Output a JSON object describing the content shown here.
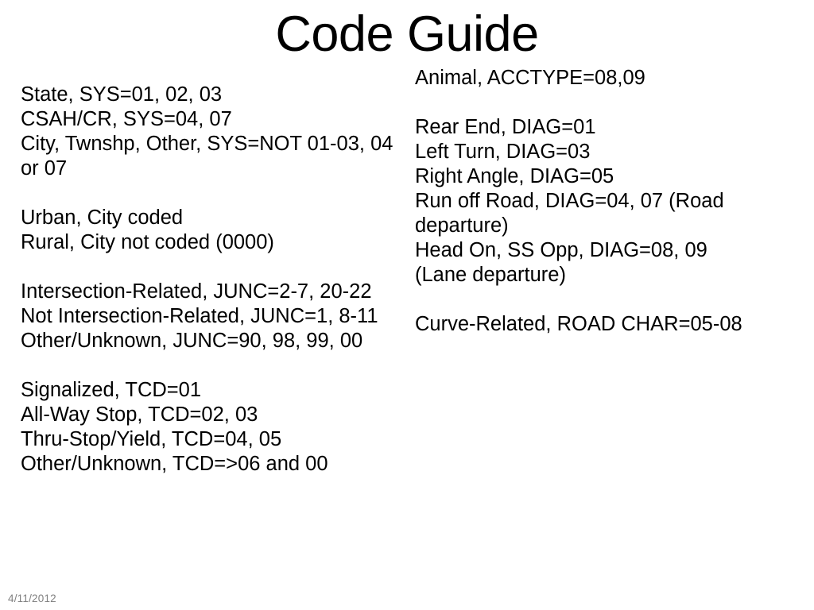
{
  "slide": {
    "title": "Code Guide",
    "footer_date": "4/11/2012",
    "background_color": "#ffffff",
    "text_color": "#000000",
    "footer_color": "#808080"
  },
  "left_column": {
    "paragraphs": [
      {
        "lines": [
          "State, SYS=01, 02, 03",
          "CSAH/CR, SYS=04, 07",
          "City, Twnshp, Other, SYS=NOT 01-03, 04 or 07"
        ]
      },
      {
        "lines": [
          "Urban, City coded",
          "Rural, City not coded (0000)"
        ]
      },
      {
        "lines": [
          "Intersection-Related, JUNC=2-7, 20-22",
          "Not Intersection-Related, JUNC=1, 8-11",
          "Other/Unknown, JUNC=90, 98, 99, 00"
        ]
      },
      {
        "lines": [
          "Signalized, TCD=01",
          "All-Way Stop, TCD=02, 03",
          "Thru-Stop/Yield, TCD=04, 05",
          "Other/Unknown, TCD=>06 and 00"
        ]
      }
    ]
  },
  "right_column": {
    "paragraphs": [
      {
        "lines": [
          "Animal, ACCTYPE=08,09"
        ]
      },
      {
        "lines": [
          "Rear End, DIAG=01",
          "Left Turn, DIAG=03",
          "Right Angle, DIAG=05",
          "Run off Road, DIAG=04, 07 (Road departure)",
          "Head On, SS Opp, DIAG=08, 09 (Lane departure)"
        ]
      },
      {
        "lines": [
          "Curve-Related, ROAD CHAR=05-08"
        ]
      }
    ]
  }
}
